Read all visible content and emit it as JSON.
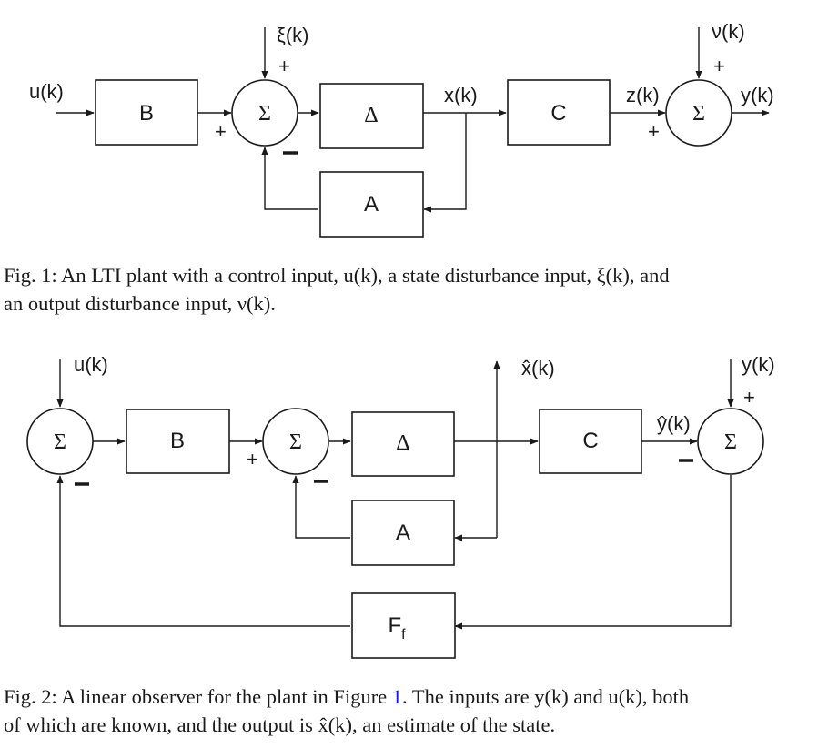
{
  "colors": {
    "ink": "#1a1a1a",
    "link": "#1a1ad6",
    "background": "#ffffff"
  },
  "fig1": {
    "labels": {
      "u": "u(k)",
      "xi": "ξ(k)",
      "x": "x(k)",
      "z": "z(k)",
      "nu": "ν(k)",
      "y": "y(k)"
    },
    "blocks": {
      "B": "B",
      "delta": "Δ",
      "A": "A",
      "C": "C"
    },
    "sum_symbol": "Σ",
    "signs": {
      "plus": "+"
    },
    "caption": {
      "line1": "Fig. 1: An LTI plant with a control input, u(k), a state disturbance input, ξ(k), and",
      "line2": "an output disturbance input, ν(k)."
    }
  },
  "fig2": {
    "labels": {
      "u": "u(k)",
      "xhat": "x̂(k)",
      "y": "y(k)",
      "yhat": "ŷ(k)"
    },
    "blocks": {
      "B": "B",
      "delta": "Δ",
      "A": "A",
      "C": "C",
      "Ff": "F",
      "Ff_sub": "f"
    },
    "sum_symbol": "Σ",
    "signs": {
      "plus": "+"
    },
    "caption": {
      "line1_pre": "Fig. 2: A linear observer for the plant in Figure ",
      "line1_link": "1",
      "line1_post": ". The inputs are y(k) and u(k), both",
      "line2": "of which are known, and the output is x̂(k), an estimate of the state."
    }
  }
}
